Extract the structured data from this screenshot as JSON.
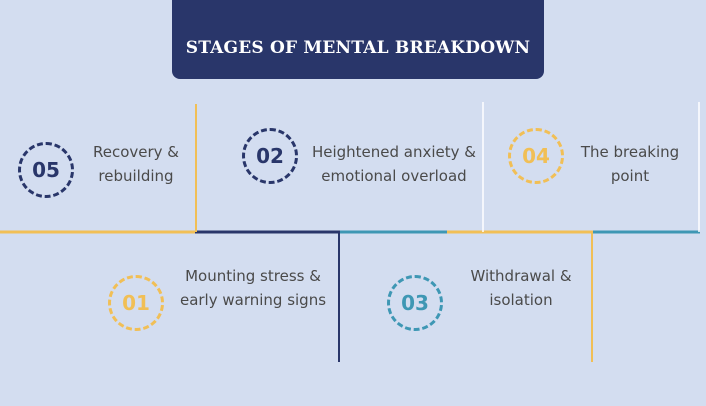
{
  "title": "STAGES OF MENTAL BREAKDOWN",
  "stages": [
    {
      "number": "05",
      "line1": "Recovery &",
      "line2": "rebuilding"
    },
    {
      "number": "02",
      "line1": "Heightened anxiety &",
      "line2": "emotional overload"
    },
    {
      "number": "04",
      "line1": "The breaking",
      "line2": "point"
    },
    {
      "number": "01",
      "line1": "Mounting stress &",
      "line2": "early warning signs"
    },
    {
      "number": "03",
      "line1": "Withdrawal &",
      "line2": "isolation"
    }
  ],
  "colors": {
    "background": "#d3ddf0",
    "navy": "#29366a",
    "yellow": "#f1bf56",
    "teal": "#3e97b4",
    "text": "#4a4a4a"
  }
}
